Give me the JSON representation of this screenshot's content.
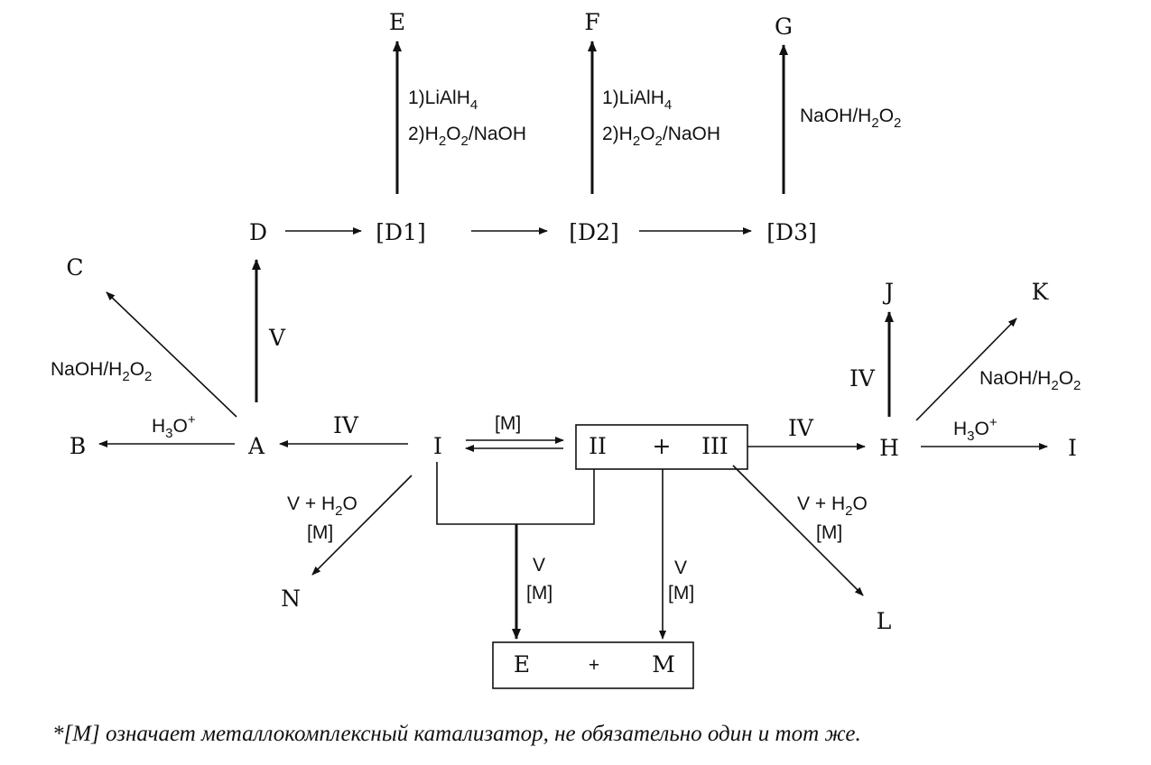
{
  "compounds": {
    "E": "E",
    "F": "F",
    "G": "G",
    "D": "D",
    "D1": "[D1]",
    "D2": "[D2]",
    "D3": "[D3]",
    "C": "C",
    "B": "B",
    "A": "A",
    "I_start": "I",
    "II": "II",
    "III": "III",
    "H": "H",
    "I_end": "I",
    "J": "J",
    "K": "K",
    "N": "N",
    "L": "L",
    "E_box": "E",
    "M": "M",
    "plus_top": "+",
    "plus_bottom": "+"
  },
  "reagents": {
    "lialh4_step1_prefix": "1)LiAlH",
    "lialh4_sub": "4",
    "h2o2_step2_prefix": "2)H",
    "h2o2_sub_a": "2",
    "o2_text": "O",
    "o2_sub": "2",
    "naoh_slash": "/NaOH",
    "naoh_prefix": "NaOH/H",
    "naoh_sub_a": "2",
    "o_text": "O",
    "naoh_sub_b": "2",
    "h3o_prefix": "H",
    "h3o_sub": "3",
    "h3o_o": "O",
    "h3o_plus": "+",
    "roman_IV": "IV",
    "roman_V": "V",
    "catalyst": "[M]",
    "v_h2o_prefix": "V + H",
    "v_h2o_sub": "2",
    "v_h2o_o": "O"
  },
  "footnote": "*[M] означает металлокомплексный катализатор, не обязательно один и тот же."
}
